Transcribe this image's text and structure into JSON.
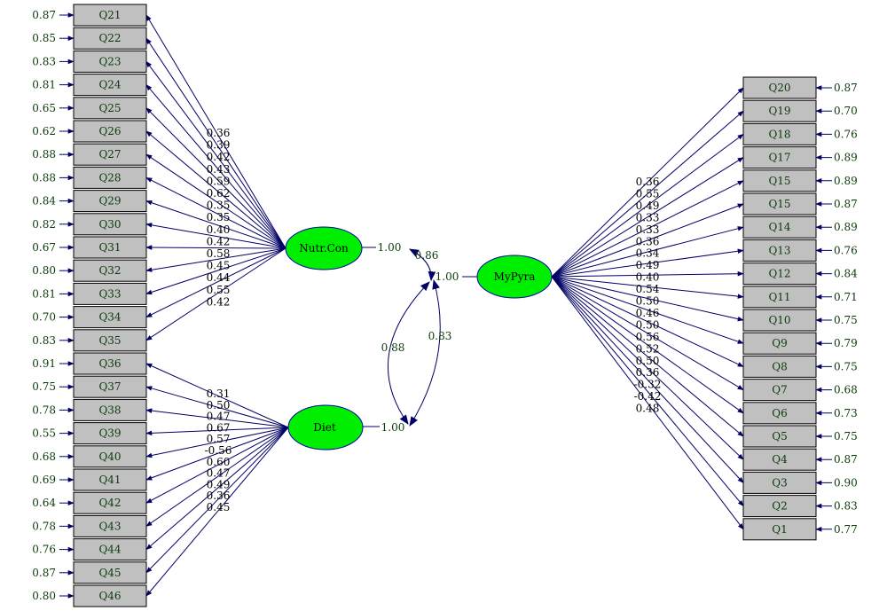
{
  "factors": [
    {
      "id": "nutr",
      "label": "Nutr.Con",
      "variance": "1.00"
    },
    {
      "id": "diet",
      "label": "Diet",
      "variance": "1.00"
    },
    {
      "id": "mypyra",
      "label": "MyPyra",
      "variance": "1.00"
    }
  ],
  "correlations": [
    {
      "label": "0.86"
    },
    {
      "label": "0.88"
    },
    {
      "label": "0.83"
    }
  ],
  "nutr_items": [
    {
      "label": "Q21",
      "error": "0.87",
      "loading": "0.36"
    },
    {
      "label": "Q22",
      "error": "0.85",
      "loading": "0.39"
    },
    {
      "label": "Q23",
      "error": "0.83",
      "loading": "0.42"
    },
    {
      "label": "Q24",
      "error": "0.81",
      "loading": "0.43"
    },
    {
      "label": "Q25",
      "error": "0.65",
      "loading": "0.59"
    },
    {
      "label": "Q26",
      "error": "0.62",
      "loading": "0.62"
    },
    {
      "label": "Q27",
      "error": "0.88",
      "loading": "0.35"
    },
    {
      "label": "Q28",
      "error": "0.88",
      "loading": "0.35"
    },
    {
      "label": "Q29",
      "error": "0.84",
      "loading": "0.40"
    },
    {
      "label": "Q30",
      "error": "0.82",
      "loading": "0.42"
    },
    {
      "label": "Q31",
      "error": "0.67",
      "loading": "0.58"
    },
    {
      "label": "Q32",
      "error": "0.80",
      "loading": "0.45"
    },
    {
      "label": "Q33",
      "error": "0.81",
      "loading": "0.44"
    },
    {
      "label": "Q34",
      "error": "0.70",
      "loading": "0.55"
    },
    {
      "label": "Q35",
      "error": "0.83",
      "loading": "0.42"
    }
  ],
  "diet_items": [
    {
      "label": "Q36",
      "error": "0.91",
      "loading": "0.31"
    },
    {
      "label": "Q37",
      "error": "0.75",
      "loading": "0.50"
    },
    {
      "label": "Q38",
      "error": "0.78",
      "loading": "0.47"
    },
    {
      "label": "Q39",
      "error": "0.55",
      "loading": "0.67"
    },
    {
      "label": "Q40",
      "error": "0.68",
      "loading": "0.57"
    },
    {
      "label": "Q41",
      "error": "0.69",
      "loading": "-0.56"
    },
    {
      "label": "Q42",
      "error": "0.64",
      "loading": "0.60"
    },
    {
      "label": "Q43",
      "error": "0.78",
      "loading": "0.47"
    },
    {
      "label": "Q44",
      "error": "0.76",
      "loading": "0.49"
    },
    {
      "label": "Q45",
      "error": "0.87",
      "loading": "0.36"
    },
    {
      "label": "Q46",
      "error": "0.80",
      "loading": "0.45"
    }
  ],
  "mypyra_items": [
    {
      "label": "Q20",
      "error": "0.87",
      "loading": "0.36"
    },
    {
      "label": "Q19",
      "error": "0.70",
      "loading": "0.55"
    },
    {
      "label": "Q18",
      "error": "0.76",
      "loading": "0.49"
    },
    {
      "label": "Q17",
      "error": "0.89",
      "loading": "0.33"
    },
    {
      "label": "Q15",
      "error": "0.89",
      "loading": "0.33"
    },
    {
      "label": "Q15",
      "error": "0.87",
      "loading": "0.36"
    },
    {
      "label": "Q14",
      "error": "0.89",
      "loading": "0.34"
    },
    {
      "label": "Q13",
      "error": "0.76",
      "loading": "0.49"
    },
    {
      "label": "Q12",
      "error": "0.84",
      "loading": "0.40"
    },
    {
      "label": "Q11",
      "error": "0.71",
      "loading": "0.54"
    },
    {
      "label": "Q10",
      "error": "0.75",
      "loading": "0.50"
    },
    {
      "label": "Q9",
      "error": "0.79",
      "loading": "0.46"
    },
    {
      "label": "Q8",
      "error": "0.75",
      "loading": "0.50"
    },
    {
      "label": "Q7",
      "error": "0.68",
      "loading": "0.56"
    },
    {
      "label": "Q6",
      "error": "0.73",
      "loading": "0.52"
    },
    {
      "label": "Q5",
      "error": "0.75",
      "loading": "0.50"
    },
    {
      "label": "Q4",
      "error": "0.87",
      "loading": "0.36"
    },
    {
      "label": "Q3",
      "error": "0.90",
      "loading": "-0.32"
    },
    {
      "label": "Q2",
      "error": "0.83",
      "loading": "-0.42"
    },
    {
      "label": "Q1",
      "error": "0.77",
      "loading": "0.48"
    }
  ],
  "colors": {
    "latent_fill": "#00ee00",
    "path_stroke": "#000066",
    "box_fill": "#c0c0c0"
  }
}
